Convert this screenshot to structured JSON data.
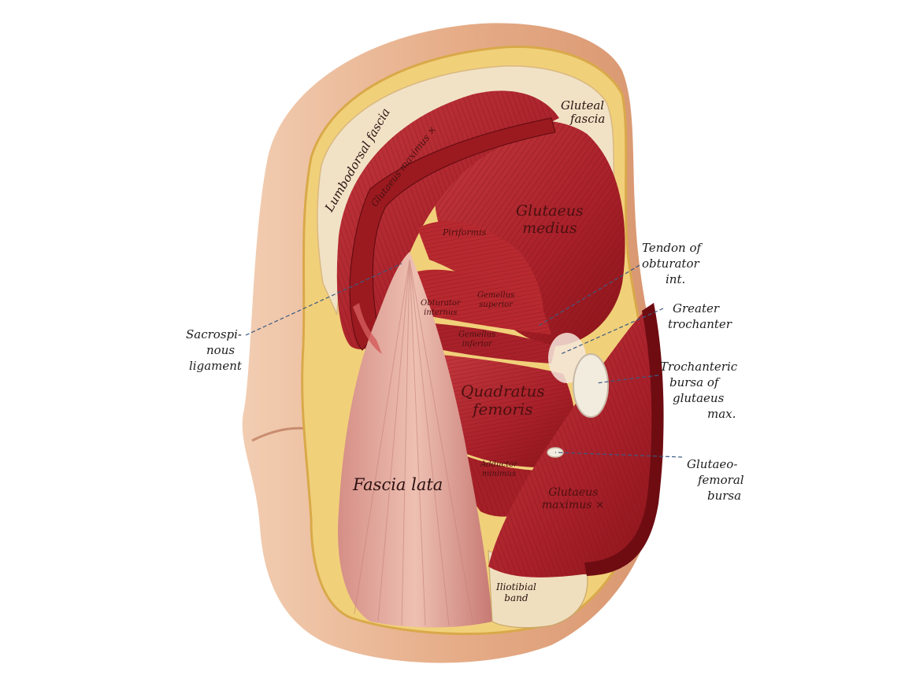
{
  "outer_labels": {
    "tendon_obturator": [
      "Tendon of",
      "obturator",
      "int."
    ],
    "greater_trochanter": [
      "Greater",
      "trochanter"
    ],
    "trochanteric_bursa": [
      "Trochanteric",
      "bursa of",
      "glutaeus",
      "max."
    ],
    "glutaeofemoral_bursa": [
      "Glutaeo-",
      "femoral",
      "bursa"
    ],
    "sacrospinous": [
      "Sacrospi-",
      "nous",
      "ligament"
    ]
  },
  "inner_labels": {
    "gluteal_fascia": [
      "Gluteal",
      "fascia"
    ],
    "lumbodorsal_fascia": "Lumbodorsal fascia",
    "glutaeus_maximus_top": "Glutaeus maximus ×",
    "glutaeus_medius": [
      "Glutaeus",
      "medius"
    ],
    "piriformis": "Piriformis",
    "obturator_internus": [
      "Obturator",
      "internus"
    ],
    "gemellus_superior": [
      "Gemellus",
      "superior"
    ],
    "gemellus_inferior": [
      "Gemellus",
      "inferior"
    ],
    "quadratus_femoris": [
      "Quadratus",
      "femoris"
    ],
    "fascia_lata": "Fascia lata",
    "adductor_minimus": [
      "Adductor",
      "minimus"
    ],
    "glutaeus_maximus_bottom": [
      "Glutaeus",
      "maximus ×"
    ],
    "iliotibial_band": [
      "Iliotibial",
      "band"
    ]
  },
  "colors": {
    "skin": "#e9b693",
    "fat": "#f1d07a",
    "muscle": "#b4232b",
    "muscle_dark": "#7d1016",
    "fascia_lata": "#e7b0a2",
    "bursa": "#f2ecdf",
    "leader": "#3d5a80"
  }
}
